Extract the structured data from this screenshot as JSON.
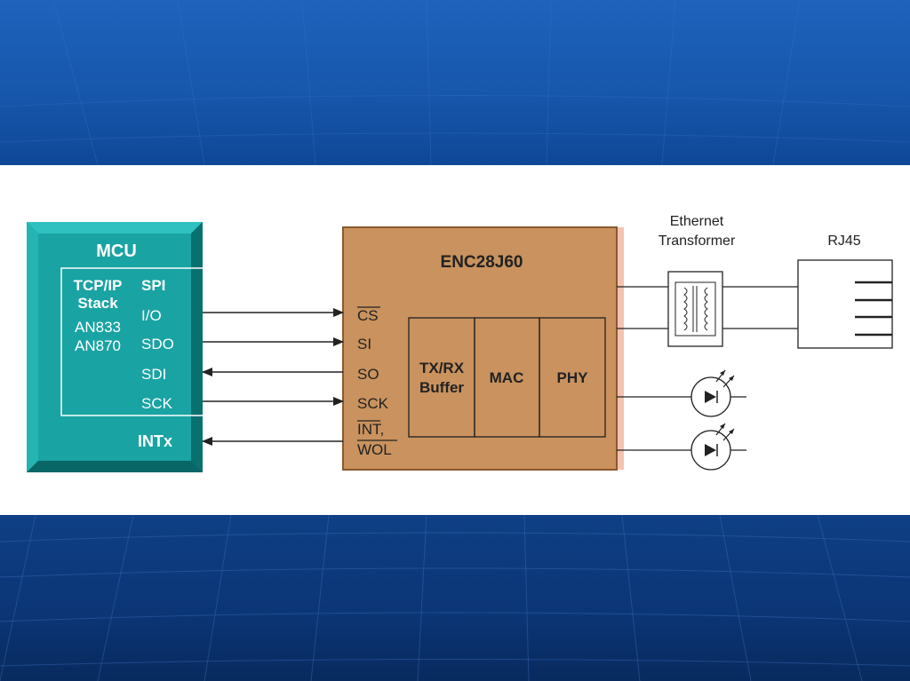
{
  "diagram": {
    "mcu": {
      "title": "MCU",
      "stack_label": "TCP/IP",
      "stack_label_2": "Stack",
      "app_notes": [
        "AN833",
        "AN870"
      ],
      "pins": [
        "SPI",
        "I/O",
        "SDO",
        "SDI",
        "SCK"
      ],
      "intx": "INTx"
    },
    "enc": {
      "title": "ENC28J60",
      "pins": [
        "CS",
        "SI",
        "SO",
        "SCK",
        "INT,",
        "WOL"
      ],
      "blocks": {
        "buffer_line1": "TX/RX",
        "buffer_line2": "Buffer",
        "mac": "MAC",
        "phy": "PHY"
      }
    },
    "transformer": {
      "line1": "Ethernet",
      "line2": "Transformer"
    },
    "rj45": "RJ45",
    "colors": {
      "mcu_fill": "#1aa3a3",
      "mcu_edge": "#0c7f80",
      "enc_fill": "#c9925e",
      "enc_border": "#f3c3b1",
      "wire": "#222222"
    }
  }
}
